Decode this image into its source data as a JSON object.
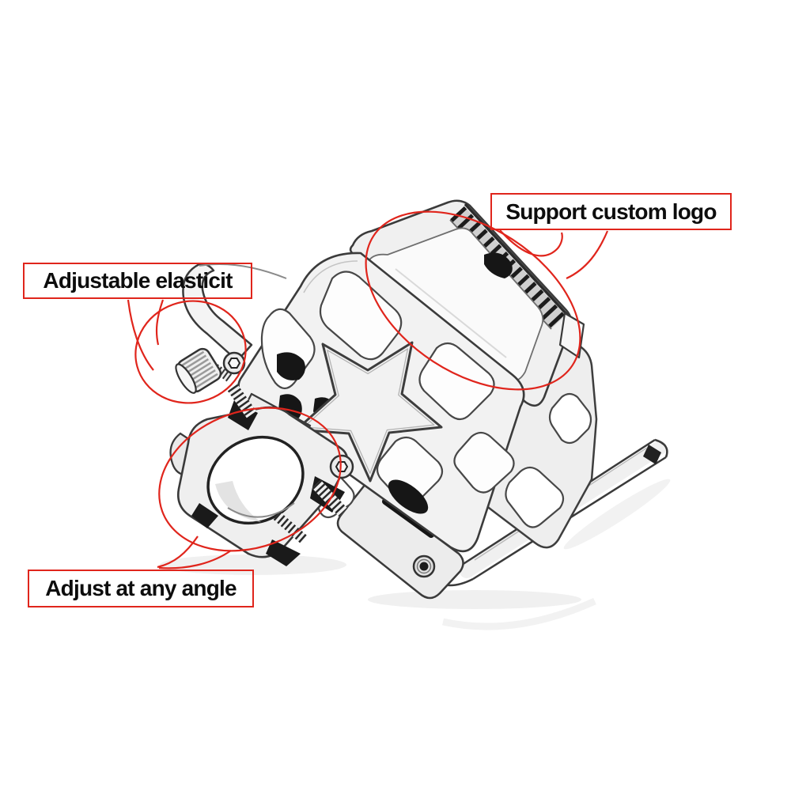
{
  "page": {
    "background": "#ffffff"
  },
  "illustration": {
    "subject": "Pencil-sketch drawing of a motorcycle handlebar bottle/phone holder bracket with star cutout lattice, logo panel, tension thumbscrew and handlebar clamp"
  },
  "callouts": {
    "accent_color": "#e0251c",
    "labels": [
      {
        "id": "support-custom-logo",
        "text": "Support custom logo"
      },
      {
        "id": "adjustable-elasticity",
        "text": "Adjustable elasticit"
      },
      {
        "id": "adjust-at-any-angle",
        "text": "Adjust at any angle"
      }
    ]
  }
}
